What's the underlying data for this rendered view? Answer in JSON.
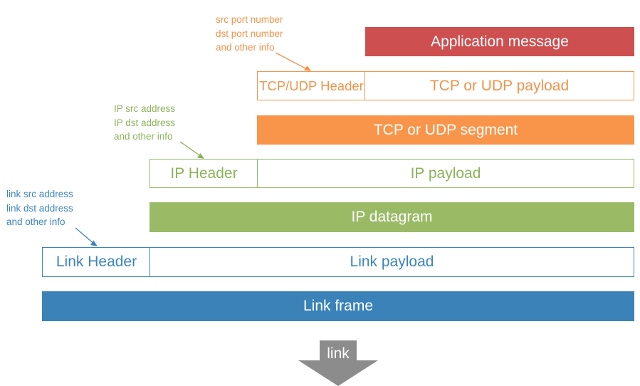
{
  "colors": {
    "application": "#cd4f4f",
    "transport": "#f9954a",
    "network": "#9aba66",
    "link": "#3a82b8",
    "arrow": "#8c8c8c"
  },
  "layers": {
    "application": {
      "message": "Application message"
    },
    "transport": {
      "header": "TCP/UDP Header",
      "payload": "TCP or UDP payload",
      "segment": "TCP or UDP segment",
      "note": [
        "src port number",
        "dst port number",
        "and other info"
      ]
    },
    "network": {
      "header": "IP Header",
      "payload": "IP payload",
      "datagram": "IP datagram",
      "note": [
        "IP src address",
        "IP dst address",
        "and other info"
      ]
    },
    "link": {
      "header": "Link Header",
      "payload": "Link payload",
      "frame": "Link frame",
      "note": [
        "link src address",
        "link dst address",
        "and other info"
      ]
    }
  },
  "down_arrow": {
    "label": "link",
    "icon": "down-arrow-icon"
  }
}
